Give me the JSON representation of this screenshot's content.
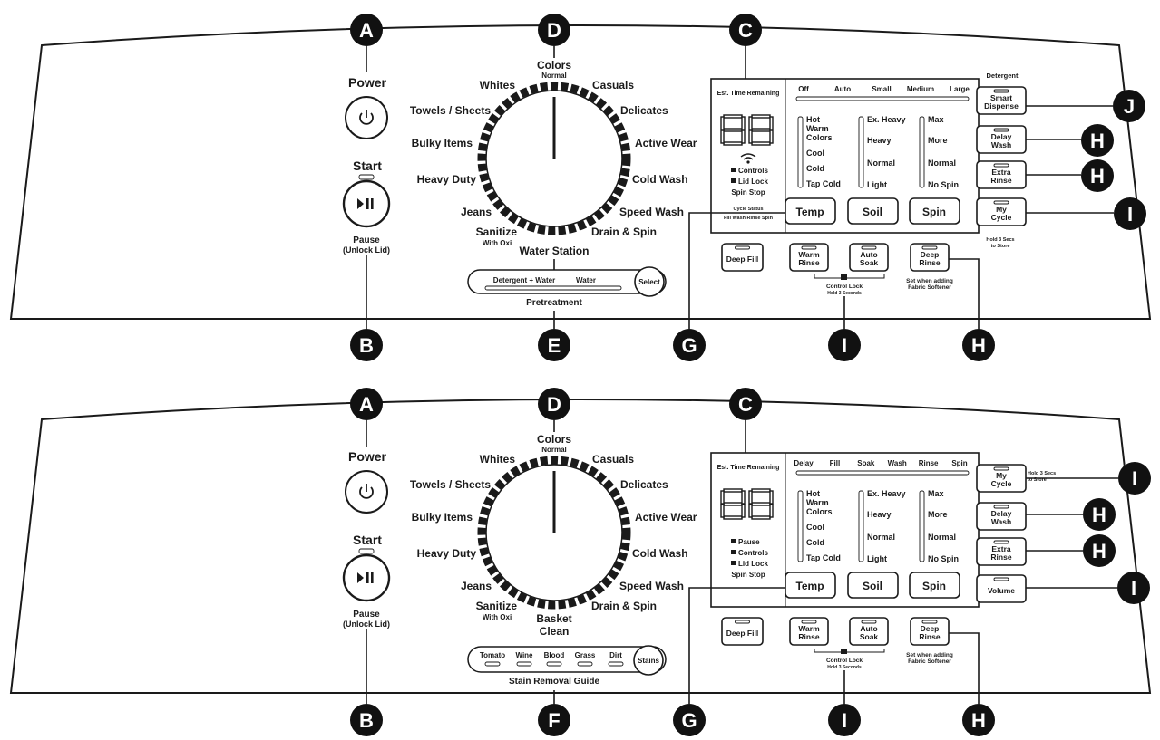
{
  "panels": [
    {
      "power_label": "Power",
      "start_label": "Start",
      "pause_label": "Pause",
      "unlock_label": "(Unlock Lid)",
      "dial": {
        "top": "Colors",
        "top_sub": "Normal",
        "left": [
          "Whites",
          "Towels / Sheets",
          "Bulky Items",
          "Heavy Duty",
          "Jeans",
          "Sanitize"
        ],
        "left_sub": "With Oxi",
        "right": [
          "Casuals",
          "Delicates",
          "Active Wear",
          "Cold Wash",
          "Speed Wash",
          "Drain & Spin"
        ],
        "bottom": "Water Station"
      },
      "station": {
        "labels": [
          "Detergent + Water",
          "Water"
        ],
        "button": "Select",
        "caption": "Pretreatment"
      },
      "display": {
        "header": "Est. Time Remaining",
        "digits": "88",
        "wifi_icon": "wifi-icon",
        "indicators": [
          "Controls",
          "Lid Lock",
          "Spin Stop"
        ],
        "cycle_status_label": "Cycle Status",
        "cycle_status_items": "Fill  Wash  Rinse  Spin",
        "top_labels": [
          "Off",
          "Auto",
          "Small",
          "Medium",
          "Large"
        ],
        "temp_options": [
          "Hot",
          "Warm",
          "Colors",
          "Cool",
          "Cold",
          "Tap Cold"
        ],
        "soil_options": [
          "Ex. Heavy",
          "Heavy",
          "Normal",
          "Light"
        ],
        "spin_options": [
          "Max",
          "More",
          "Normal",
          "No Spin"
        ],
        "temp_button": "Temp",
        "soil_button": "Soil",
        "spin_button": "Spin"
      },
      "side_header": "Detergent",
      "side_buttons": [
        [
          "Smart",
          "Dispense"
        ],
        [
          "Delay",
          "Wash"
        ],
        [
          "Extra",
          "Rinse"
        ],
        [
          "My",
          "Cycle"
        ]
      ],
      "hold_note": [
        "Hold 3 Secs",
        "to Store"
      ],
      "bottom_buttons": [
        [
          "Deep Fill"
        ],
        [
          "Warm",
          "Rinse"
        ],
        [
          "Auto",
          "Soak"
        ],
        [
          "Deep",
          "Rinse"
        ]
      ],
      "control_lock": [
        "Control Lock",
        "Hold 3 Seconds"
      ],
      "softener_note": [
        "Set when adding",
        "Fabric Softener"
      ],
      "callouts": [
        "A",
        "D",
        "C",
        "J",
        "H",
        "H",
        "I",
        "B",
        "E",
        "G",
        "I",
        "H"
      ]
    },
    {
      "power_label": "Power",
      "start_label": "Start",
      "pause_label": "Pause",
      "unlock_label": "(Unlock Lid)",
      "dial": {
        "top": "Colors",
        "top_sub": "Normal",
        "left": [
          "Whites",
          "Towels / Sheets",
          "Bulky Items",
          "Heavy Duty",
          "Jeans",
          "Sanitize"
        ],
        "left_sub": "With Oxi",
        "right": [
          "Casuals",
          "Delicates",
          "Active Wear",
          "Cold Wash",
          "Speed Wash",
          "Drain & Spin"
        ],
        "bottom": [
          "Basket",
          "Clean"
        ]
      },
      "stains": {
        "labels": [
          "Tomato",
          "Wine",
          "Blood",
          "Grass",
          "Dirt"
        ],
        "button": "Stains",
        "caption": "Stain Removal Guide"
      },
      "display": {
        "header": "Est. Time Remaining",
        "digits": "88",
        "indicators": [
          "Pause",
          "Controls",
          "Lid Lock",
          "Spin Stop"
        ],
        "top_labels": [
          "Delay",
          "Fill",
          "Soak",
          "Wash",
          "Rinse",
          "Spin"
        ],
        "temp_options": [
          "Hot",
          "Warm",
          "Colors",
          "Cool",
          "Cold",
          "Tap Cold"
        ],
        "soil_options": [
          "Ex. Heavy",
          "Heavy",
          "Normal",
          "Light"
        ],
        "spin_options": [
          "Max",
          "More",
          "Normal",
          "No Spin"
        ],
        "temp_button": "Temp",
        "soil_button": "Soil",
        "spin_button": "Spin"
      },
      "side_buttons": [
        [
          "My",
          "Cycle"
        ],
        [
          "Delay",
          "Wash"
        ],
        [
          "Extra",
          "Rinse"
        ],
        [
          "Volume"
        ]
      ],
      "hold_note": [
        "Hold 3 Secs",
        "to Store"
      ],
      "bottom_buttons": [
        [
          "Deep Fill"
        ],
        [
          "Warm",
          "Rinse"
        ],
        [
          "Auto",
          "Soak"
        ],
        [
          "Deep",
          "Rinse"
        ]
      ],
      "control_lock": [
        "Control Lock",
        "Hold 3 Seconds"
      ],
      "softener_note": [
        "Set when adding",
        "Fabric Softener"
      ],
      "callouts": [
        "A",
        "D",
        "C",
        "I",
        "H",
        "H",
        "I",
        "B",
        "F",
        "G",
        "I",
        "H"
      ]
    }
  ]
}
